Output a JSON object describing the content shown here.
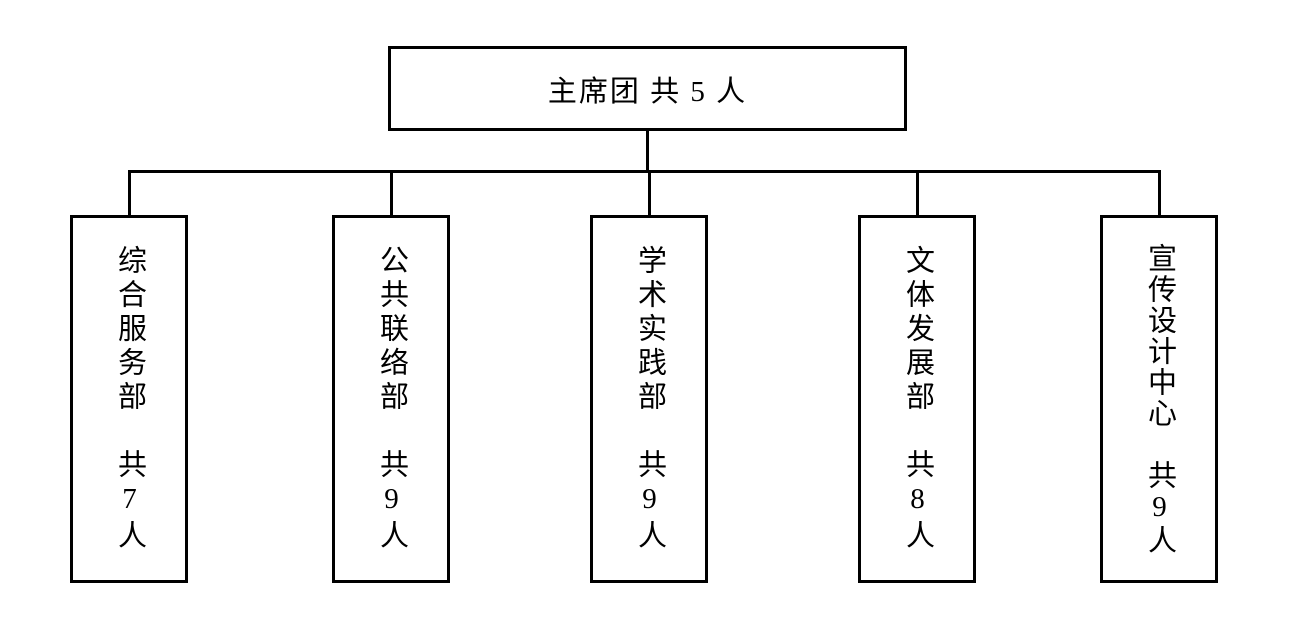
{
  "page": {
    "background_color": "#ffffff",
    "line_color": "#000000",
    "text_color": "#000000"
  },
  "org_chart": {
    "root": {
      "label": "主席团 共 5 人",
      "name": "主席团",
      "count": 5,
      "unit": "人"
    },
    "departments": [
      {
        "label": "综合服务部　共7人",
        "name": "综合服务部",
        "count": 7,
        "unit": "人"
      },
      {
        "label": "公共联络部　共9人",
        "name": "公共联络部",
        "count": 9,
        "unit": "人"
      },
      {
        "label": "学术实践部　共9人",
        "name": "学术实践部",
        "count": 9,
        "unit": "人"
      },
      {
        "label": "文体发展部　共8人",
        "name": "文体发展部",
        "count": 8,
        "unit": "人"
      },
      {
        "label": "宣传设计中心　共9人",
        "name": "宣传设计中心",
        "count": 9,
        "unit": "人"
      }
    ]
  }
}
